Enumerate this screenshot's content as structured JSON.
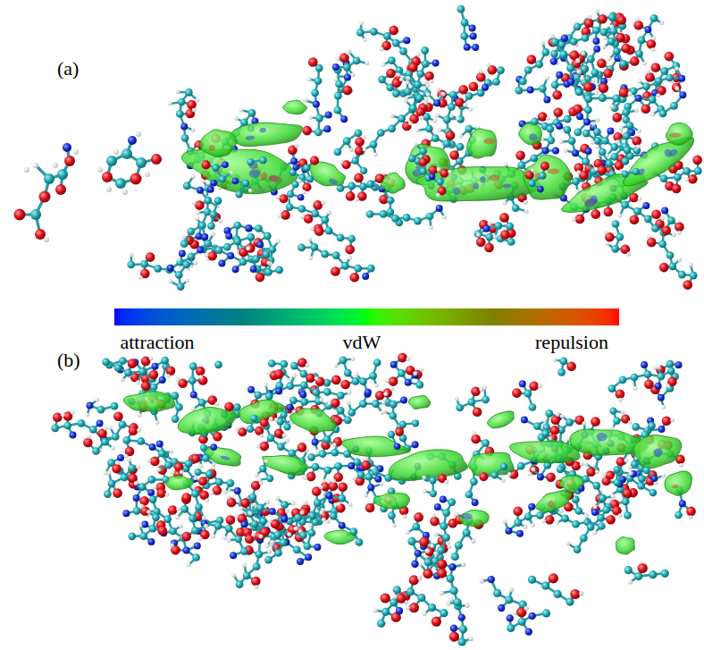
{
  "diagram": {
    "labels": [
      "(a)",
      "(b)"
    ],
    "legend": [
      {
        "text": "attraction",
        "color": "#0000ff"
      },
      {
        "text": "vdW",
        "color": "#00ff00"
      },
      {
        "text": "repulsion",
        "color": "#ff0000"
      }
    ]
  }
}
